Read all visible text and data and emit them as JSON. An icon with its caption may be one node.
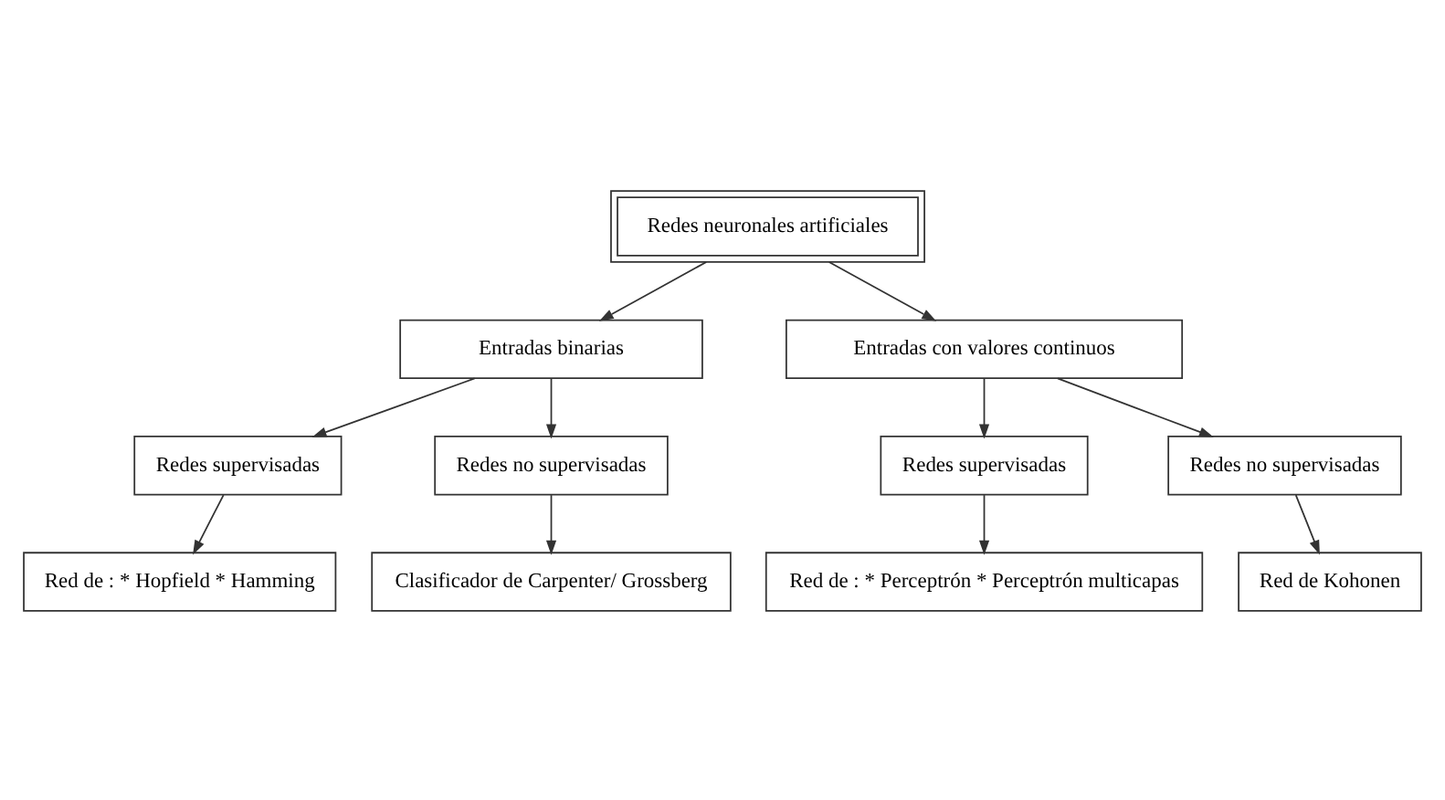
{
  "diagram": {
    "nodes": [
      {
        "text": [
          "Redes neuronales artificiales"
        ]
      },
      {
        "text": [
          "Entradas binarias"
        ]
      },
      {
        "text": [
          "Entradas con valores continuos"
        ]
      },
      {
        "text": [
          "Redes supervisadas"
        ]
      },
      {
        "text": [
          "Redes no supervisadas"
        ]
      },
      {
        "text": [
          "Redes supervisadas"
        ]
      },
      {
        "text": [
          "Redes no supervisadas"
        ]
      },
      {
        "text": [
          "Red de : * Hopfield * Hamming"
        ]
      },
      {
        "text": [
          "Clasificador de Carpenter/ Grossberg"
        ]
      },
      {
        "text": [
          "Red de : * Perceptrón * Perceptrón multicapas"
        ]
      },
      {
        "text": [
          "Red de Kohonen"
        ]
      }
    ],
    "edges": [
      {
        "from": 0,
        "to": 1,
        "arrow": "to"
      },
      {
        "from": 0,
        "to": 2,
        "arrow": "to"
      },
      {
        "from": 1,
        "to": 3,
        "arrow": "to"
      },
      {
        "from": 1,
        "to": 4,
        "arrow": "to"
      },
      {
        "from": 2,
        "to": 5,
        "arrow": "to"
      },
      {
        "from": 2,
        "to": 6,
        "arrow": "to"
      },
      {
        "from": 3,
        "to": 7,
        "arrow": "to"
      },
      {
        "from": 4,
        "to": 8,
        "arrow": "to"
      },
      {
        "from": 5,
        "to": 9,
        "arrow": "to"
      },
      {
        "from": 6,
        "to": 10,
        "arrow": "to"
      }
    ]
  }
}
